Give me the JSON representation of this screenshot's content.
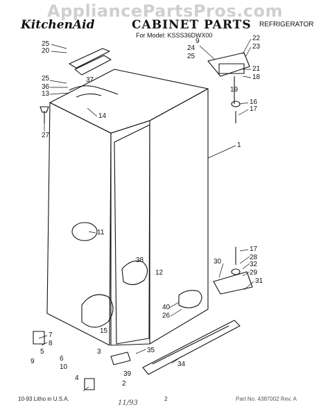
{
  "header": {
    "watermark": "AppliancePartsPros.com",
    "brand": "KitchenAid",
    "title": "CABINET PARTS",
    "category": "REFRIGERATOR",
    "model": "For Model: KSSS36DWX00"
  },
  "footer": {
    "left": "10-93 Litho in U.S.A.",
    "page": "2",
    "right": "Part No. 4387002 Rev. A",
    "handwritten": "11/93"
  },
  "callouts": [
    {
      "id": "c-25a",
      "label": "25"
    },
    {
      "id": "c-20",
      "label": "20"
    },
    {
      "id": "c-9a",
      "label": "9"
    },
    {
      "id": "c-22",
      "label": "22"
    },
    {
      "id": "c-24",
      "label": "24"
    },
    {
      "id": "c-23",
      "label": "23"
    },
    {
      "id": "c-25b",
      "label": "25"
    },
    {
      "id": "c-21",
      "label": "21"
    },
    {
      "id": "c-18",
      "label": "18"
    },
    {
      "id": "c-25c",
      "label": "25"
    },
    {
      "id": "c-37",
      "label": "37"
    },
    {
      "id": "c-36",
      "label": "36"
    },
    {
      "id": "c-13",
      "label": "13"
    },
    {
      "id": "c-19",
      "label": "19"
    },
    {
      "id": "c-16",
      "label": "16"
    },
    {
      "id": "c-17a",
      "label": "17"
    },
    {
      "id": "c-14",
      "label": "14"
    },
    {
      "id": "c-27",
      "label": "27"
    },
    {
      "id": "c-1",
      "label": "1"
    },
    {
      "id": "c-11",
      "label": "11"
    },
    {
      "id": "c-17b",
      "label": "17"
    },
    {
      "id": "c-28",
      "label": "28"
    },
    {
      "id": "c-30",
      "label": "30"
    },
    {
      "id": "c-38",
      "label": "38"
    },
    {
      "id": "c-32",
      "label": "32"
    },
    {
      "id": "c-29",
      "label": "29"
    },
    {
      "id": "c-12",
      "label": "12"
    },
    {
      "id": "c-31",
      "label": "31"
    },
    {
      "id": "c-40",
      "label": "40"
    },
    {
      "id": "c-26",
      "label": "26"
    },
    {
      "id": "c-15",
      "label": "15"
    },
    {
      "id": "c-7",
      "label": "7"
    },
    {
      "id": "c-8",
      "label": "8"
    },
    {
      "id": "c-5",
      "label": "5"
    },
    {
      "id": "c-3",
      "label": "3"
    },
    {
      "id": "c-35",
      "label": "35"
    },
    {
      "id": "c-9b",
      "label": "9"
    },
    {
      "id": "c-6",
      "label": "6"
    },
    {
      "id": "c-10",
      "label": "10"
    },
    {
      "id": "c-39",
      "label": "39"
    },
    {
      "id": "c-34",
      "label": "34"
    },
    {
      "id": "c-4",
      "label": "4"
    },
    {
      "id": "c-2",
      "label": "2"
    }
  ]
}
